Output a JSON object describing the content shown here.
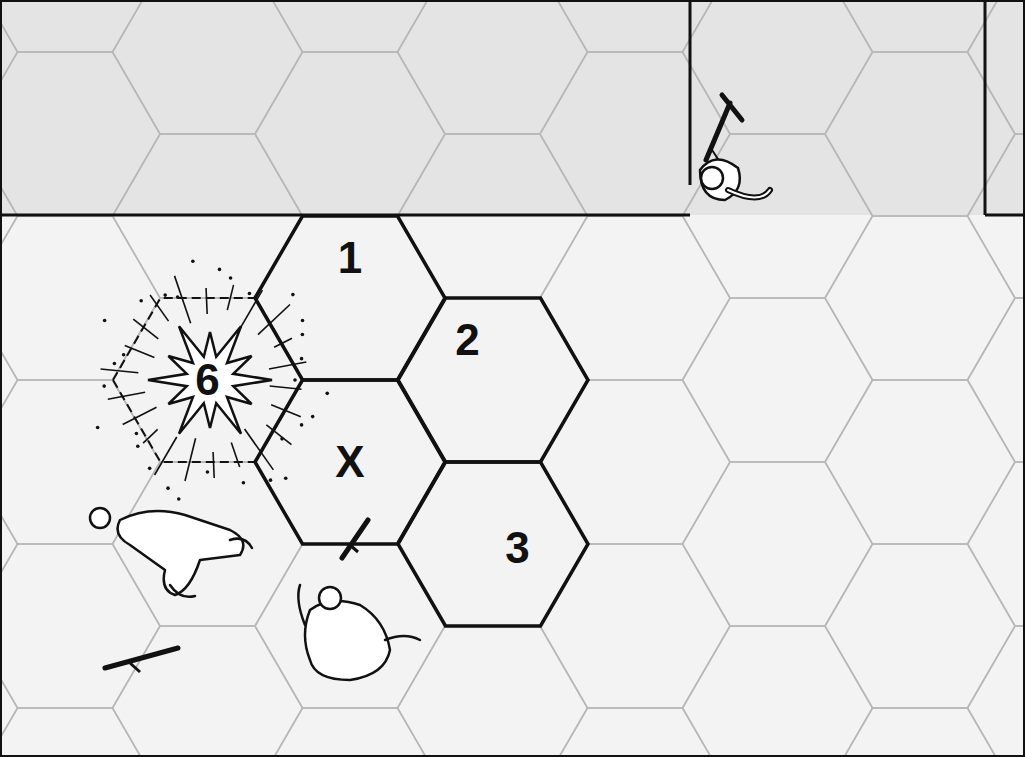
{
  "diagram": {
    "nodes": [
      {
        "text": [
          "1"
        ]
      },
      {
        "text": [
          "6"
        ]
      },
      {
        "text": [
          "2"
        ]
      },
      {
        "text": [
          "X"
        ]
      },
      {
        "text": [
          "3"
        ]
      }
    ]
  }
}
